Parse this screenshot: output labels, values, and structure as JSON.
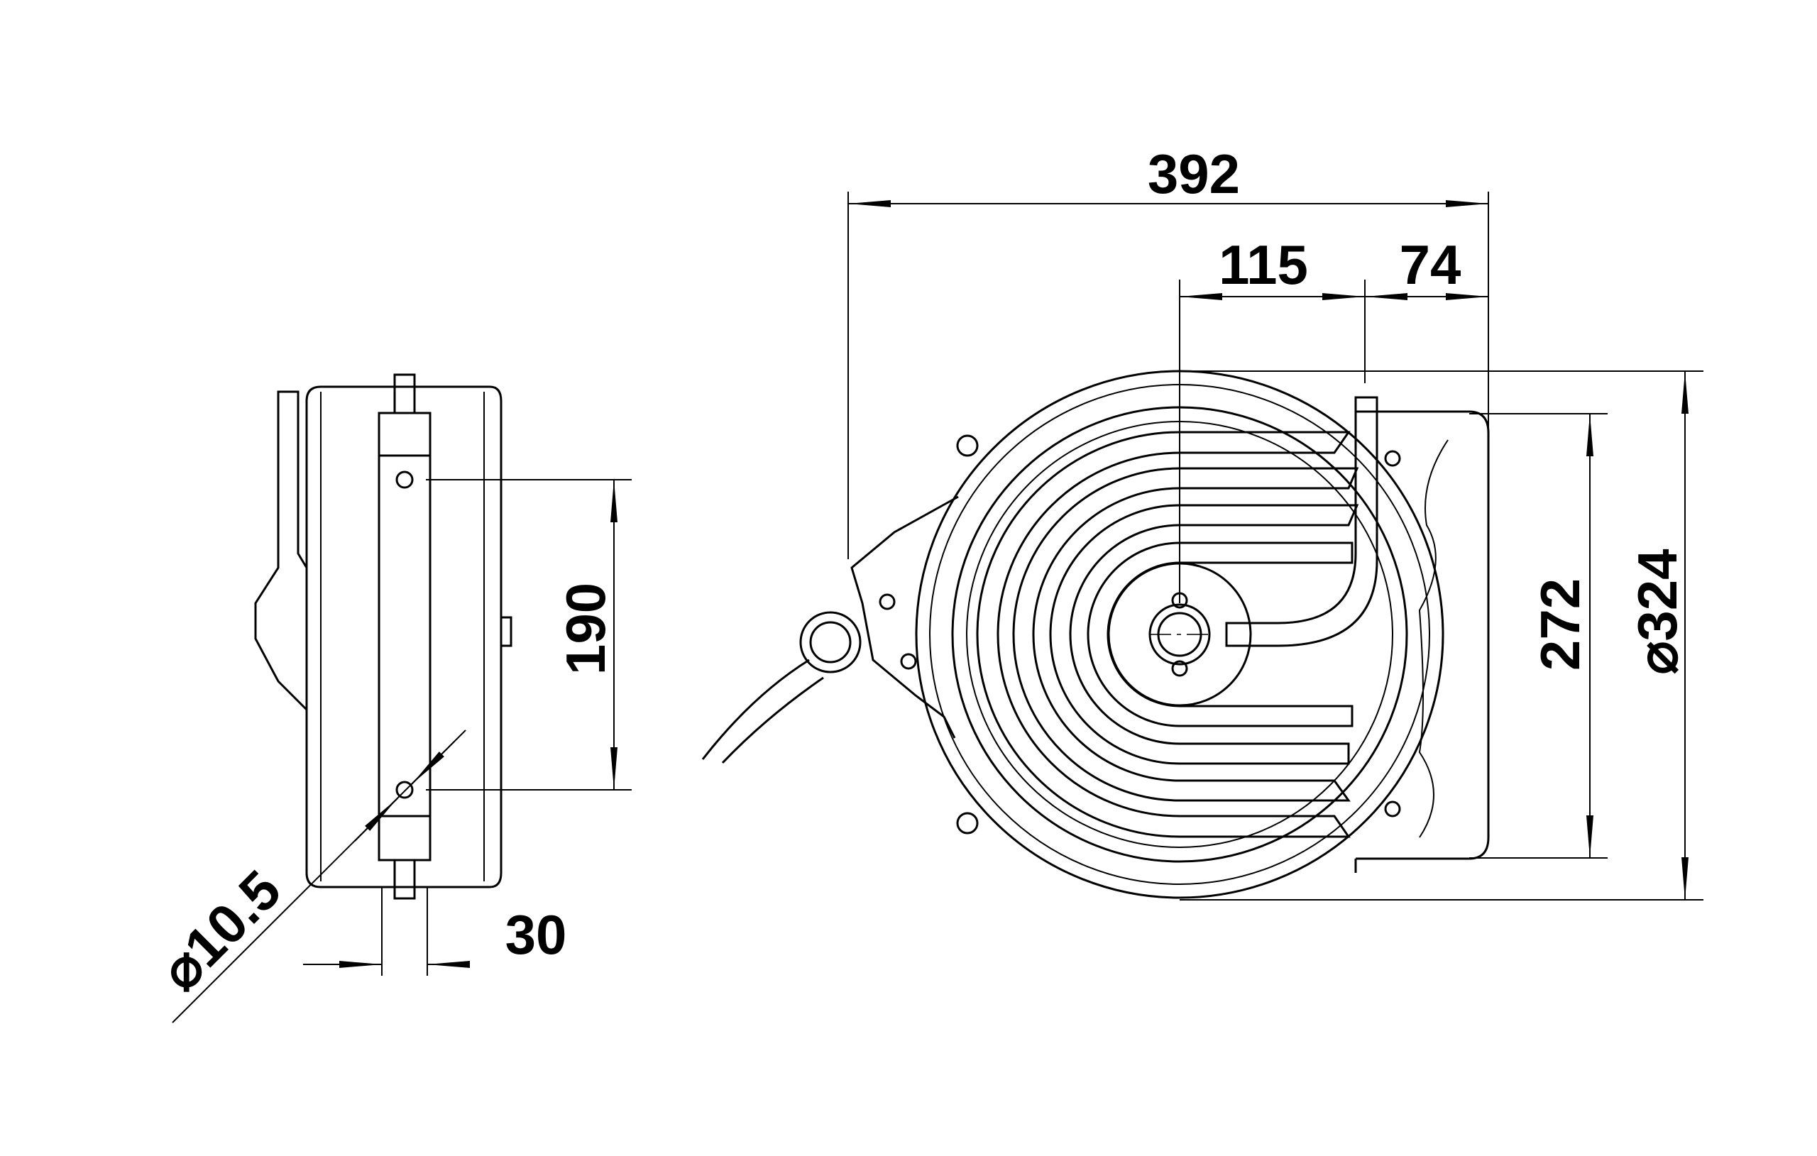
{
  "drawing": {
    "dimensions": {
      "overall_width": "392",
      "hub_to_bracket": "115",
      "bracket_offset": "74",
      "mount_hole_spacing": "190",
      "bracket_height": "272",
      "reel_diameter": "⌀324",
      "hole_diameter": "⌀10.5",
      "bracket_width": "30"
    },
    "colors": {
      "line": "#000000",
      "background": "#ffffff"
    }
  }
}
